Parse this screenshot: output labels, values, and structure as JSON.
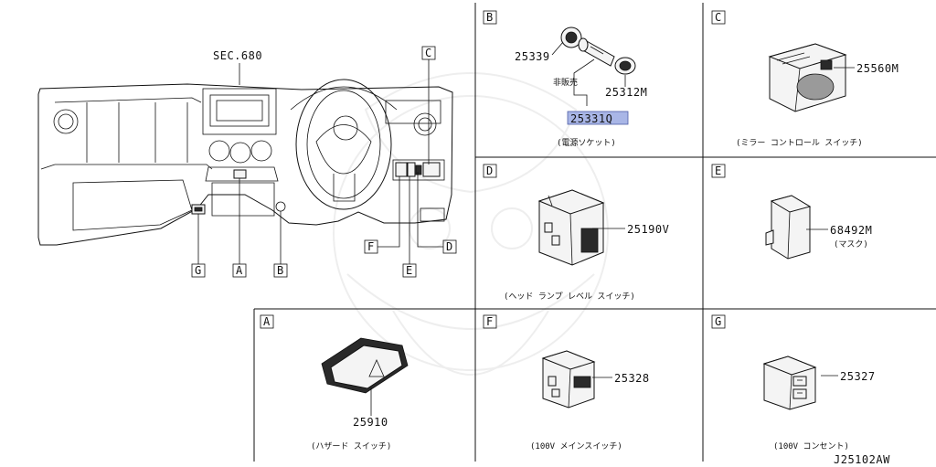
{
  "diagram": {
    "drawing_code": "J25102AW",
    "overview": {
      "section_ref": "SEC.680",
      "callouts": [
        "C",
        "F",
        "D",
        "G",
        "A",
        "B",
        "E"
      ]
    },
    "panels": {
      "B": {
        "letter": "B",
        "parts": [
          "25339",
          "25312M",
          "25331Q"
        ],
        "not_for_sale": "非販売",
        "caption": "(電源ソケット)",
        "highlight_color": "#a9b6e6"
      },
      "C": {
        "letter": "C",
        "parts": [
          "25560M"
        ],
        "caption": "(ミラー コントロール スイッチ)"
      },
      "D": {
        "letter": "D",
        "parts": [
          "25190V"
        ],
        "caption": "(ヘッド ランプ レベル スイッチ)"
      },
      "E": {
        "letter": "E",
        "parts": [
          "68492M"
        ],
        "caption": "(マスク)"
      },
      "A": {
        "letter": "A",
        "parts": [
          "25910"
        ],
        "caption": "(ハザード スイッチ)"
      },
      "F": {
        "letter": "F",
        "parts": [
          "25328"
        ],
        "caption": "(100V メインスイッチ)"
      },
      "G": {
        "letter": "G",
        "parts": [
          "25327"
        ],
        "caption": "(100V コンセント)"
      }
    }
  }
}
